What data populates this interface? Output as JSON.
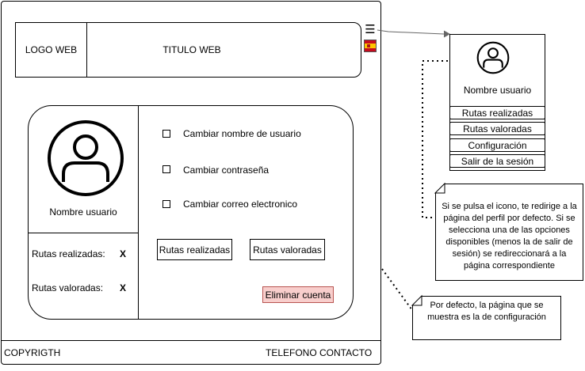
{
  "header": {
    "logo": "LOGO WEB",
    "title": "TITULO WEB",
    "menu_icon": "hamburger-menu-icon",
    "flag_icon": "spanish-flag-icon"
  },
  "profile": {
    "username": "Nombre usuario",
    "stats": [
      {
        "label": "Rutas realizadas:",
        "value": "X"
      },
      {
        "label": "Rutas valoradas:",
        "value": "X"
      }
    ]
  },
  "settings": {
    "options": [
      "Cambiar nombre de usuario",
      "Cambiar contraseña",
      "Cambiar correo electronico"
    ],
    "buttons": {
      "routes_done": "Rutas realizadas",
      "routes_rated": "Rutas valoradas",
      "delete_account": "Eliminar cuenta"
    }
  },
  "footer": {
    "copyright": "COPYRIGTH",
    "contact": "TELEFONO CONTACTO"
  },
  "dropdown_menu": {
    "username": "Nombre usuario",
    "items": [
      "Rutas realizadas",
      "Rutas valoradas",
      "Configuración",
      "Salir de la sesión"
    ]
  },
  "notes": {
    "menu_note": "Si se pulsa el icono, te redirige a la página del perfil por defecto. Si se selecciona una de las opciones disponibles (menos la de salir de sesión) se redireccionará a la página correspondiente",
    "default_note": "Por defecto, la página que se muestra es la de configuración"
  },
  "colors": {
    "danger_fill": "#f8cecc",
    "danger_border": "#b85450",
    "connector": "#666666"
  }
}
